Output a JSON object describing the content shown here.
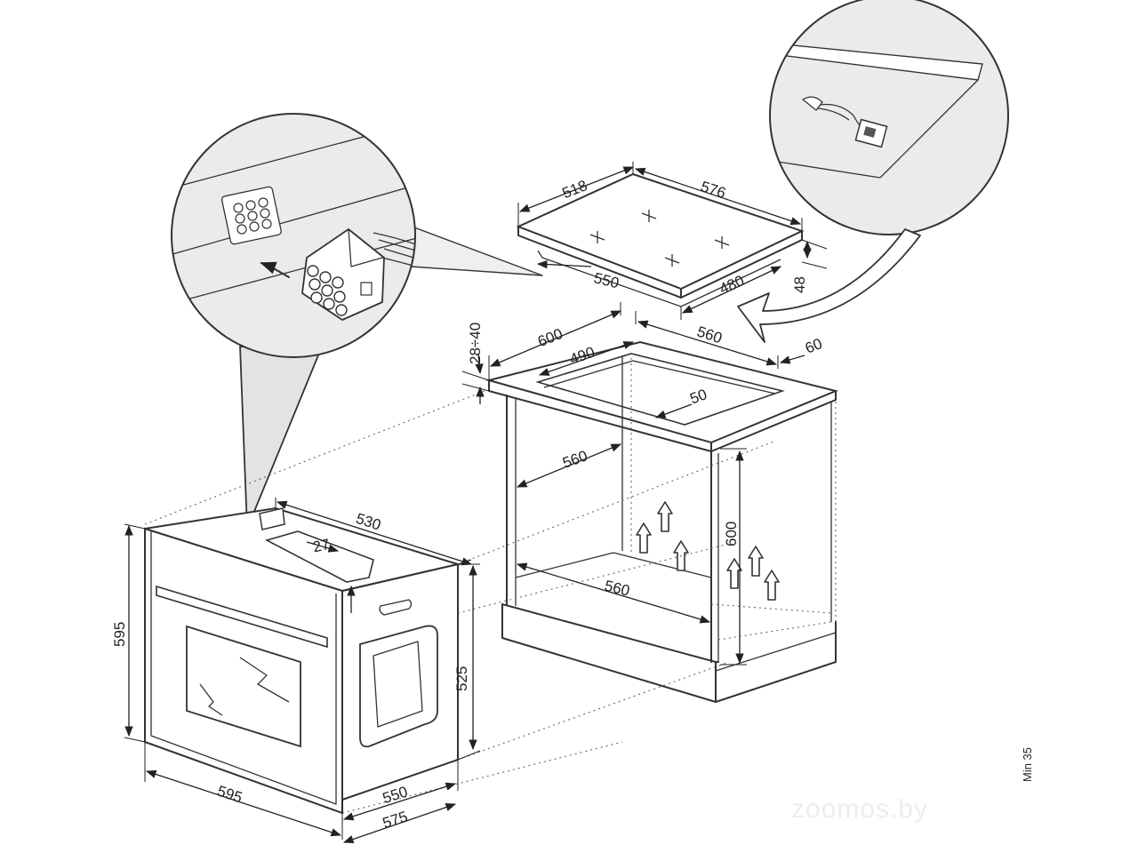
{
  "dimensions": {
    "hob_width": "576",
    "hob_depth": "518",
    "hob_cutout_depth": "480",
    "hob_cutout_width": "550",
    "hob_height": "48",
    "worktop_width": "600",
    "worktop_cutout_width": "560",
    "worktop_cutout_depth": "490",
    "worktop_thickness": "28÷40",
    "worktop_edge_min": "60",
    "worktop_back_gap": "50",
    "cabinet_inner_width": "560",
    "cabinet_niche_height": "600",
    "cabinet_floor_width": "560",
    "oven_depth_top": "530",
    "oven_trim": "27",
    "oven_height": "595",
    "oven_width": "595",
    "oven_body_height": "525",
    "oven_body_depth": "550",
    "oven_total_depth": "575"
  },
  "edge_text": "Min 35",
  "watermark": "zoomos.by",
  "icons": {
    "oven_connector_detail": "oven-terminal-connector-callout",
    "hob_cable_detail": "hob-cable-connector-callout",
    "ventilation_arrow": "up-arrow-outline",
    "flow_arrow": "curved-arrow"
  }
}
